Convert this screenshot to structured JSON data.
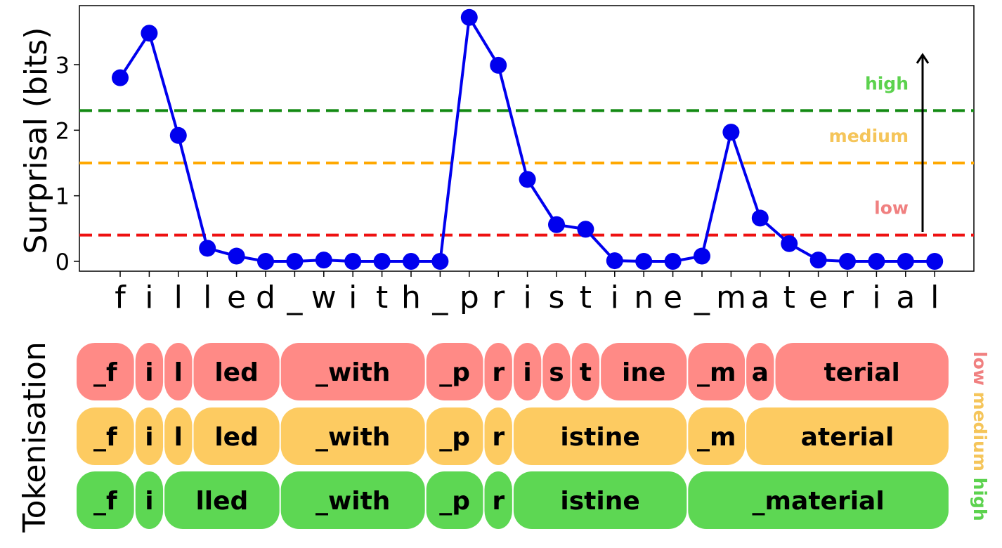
{
  "chart_data": {
    "type": "line",
    "ylabel": "Surprisal (bits)",
    "xlabel": "",
    "ylim": [
      -0.15,
      3.9
    ],
    "yticks": [
      0,
      1,
      2,
      3
    ],
    "grid": false,
    "x": [
      "f",
      "i",
      "l",
      "l",
      "e",
      "d",
      "_",
      "w",
      "i",
      "t",
      "h",
      "_",
      "p",
      "r",
      "i",
      "s",
      "t",
      "i",
      "n",
      "e",
      "_",
      "m",
      "a",
      "t",
      "e",
      "r",
      "i",
      "a",
      "l"
    ],
    "values": [
      2.8,
      3.48,
      1.92,
      0.2,
      0.08,
      0.0,
      0.0,
      0.02,
      0.0,
      0.0,
      0.0,
      0.0,
      3.72,
      2.99,
      1.25,
      0.56,
      0.49,
      0.01,
      0.0,
      0.0,
      0.08,
      1.97,
      0.66,
      0.27,
      0.02,
      0.0,
      0.0,
      0.0,
      0.0
    ],
    "series_color": "#0000ee",
    "thresholds": [
      {
        "label": "high",
        "value": 2.3,
        "color": "#138a13",
        "label_color": "#5cd24e"
      },
      {
        "label": "medium",
        "value": 1.5,
        "color": "#ffa800",
        "label_color": "#f5c55a"
      },
      {
        "label": "low",
        "value": 0.4,
        "color": "#ee1111",
        "label_color": "#f08080"
      }
    ],
    "arrow": {
      "from": 0.45,
      "to": 3.15
    }
  },
  "tokenisation": {
    "label": "Tokenisation",
    "side_labels": [
      {
        "text": "low",
        "color": "#f08080"
      },
      {
        "text": "medium",
        "color": "#f5c55a"
      },
      {
        "text": "high",
        "color": "#5cd24e"
      }
    ],
    "rows": [
      {
        "level": "low",
        "color": "#ff8a86",
        "tokens": [
          {
            "text": "_f",
            "start": 0,
            "end": 0
          },
          {
            "text": "i",
            "start": 1,
            "end": 1
          },
          {
            "text": "l",
            "start": 2,
            "end": 2
          },
          {
            "text": "led",
            "start": 3,
            "end": 5
          },
          {
            "text": "_with",
            "start": 6,
            "end": 10
          },
          {
            "text": "_p",
            "start": 11,
            "end": 12
          },
          {
            "text": "r",
            "start": 13,
            "end": 13
          },
          {
            "text": "i",
            "start": 14,
            "end": 14
          },
          {
            "text": "s",
            "start": 15,
            "end": 15
          },
          {
            "text": "t",
            "start": 16,
            "end": 16
          },
          {
            "text": "ine",
            "start": 17,
            "end": 19
          },
          {
            "text": "_m",
            "start": 20,
            "end": 21
          },
          {
            "text": "a",
            "start": 22,
            "end": 22
          },
          {
            "text": "terial",
            "start": 23,
            "end": 28
          }
        ]
      },
      {
        "level": "medium",
        "color": "#fdcb61",
        "tokens": [
          {
            "text": "_f",
            "start": 0,
            "end": 0
          },
          {
            "text": "i",
            "start": 1,
            "end": 1
          },
          {
            "text": "l",
            "start": 2,
            "end": 2
          },
          {
            "text": "led",
            "start": 3,
            "end": 5
          },
          {
            "text": "_with",
            "start": 6,
            "end": 10
          },
          {
            "text": "_p",
            "start": 11,
            "end": 12
          },
          {
            "text": "r",
            "start": 13,
            "end": 13
          },
          {
            "text": "istine",
            "start": 14,
            "end": 19
          },
          {
            "text": "_m",
            "start": 20,
            "end": 21
          },
          {
            "text": "aterial",
            "start": 22,
            "end": 28
          }
        ]
      },
      {
        "level": "high",
        "color": "#5dd753",
        "tokens": [
          {
            "text": "_f",
            "start": 0,
            "end": 0
          },
          {
            "text": "i",
            "start": 1,
            "end": 1
          },
          {
            "text": "lled",
            "start": 2,
            "end": 5
          },
          {
            "text": "_with",
            "start": 6,
            "end": 10
          },
          {
            "text": "_p",
            "start": 11,
            "end": 12
          },
          {
            "text": "r",
            "start": 13,
            "end": 13
          },
          {
            "text": "istine",
            "start": 14,
            "end": 19
          },
          {
            "text": "_material",
            "start": 20,
            "end": 28
          }
        ]
      }
    ]
  }
}
